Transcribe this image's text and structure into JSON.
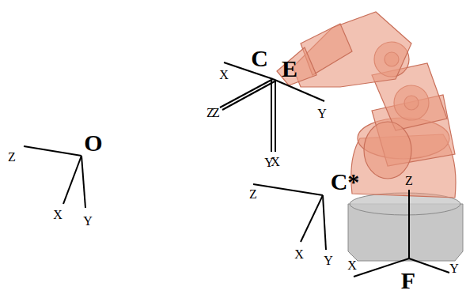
{
  "diagram": {
    "labels": [
      "O",
      "Z",
      "X",
      "Y",
      "C",
      "E",
      "X",
      "Y",
      "Z",
      "Z",
      "Y",
      "X",
      "C*",
      "Z",
      "X",
      "Y",
      "F",
      "Z",
      "X",
      "Y"
    ]
  }
}
